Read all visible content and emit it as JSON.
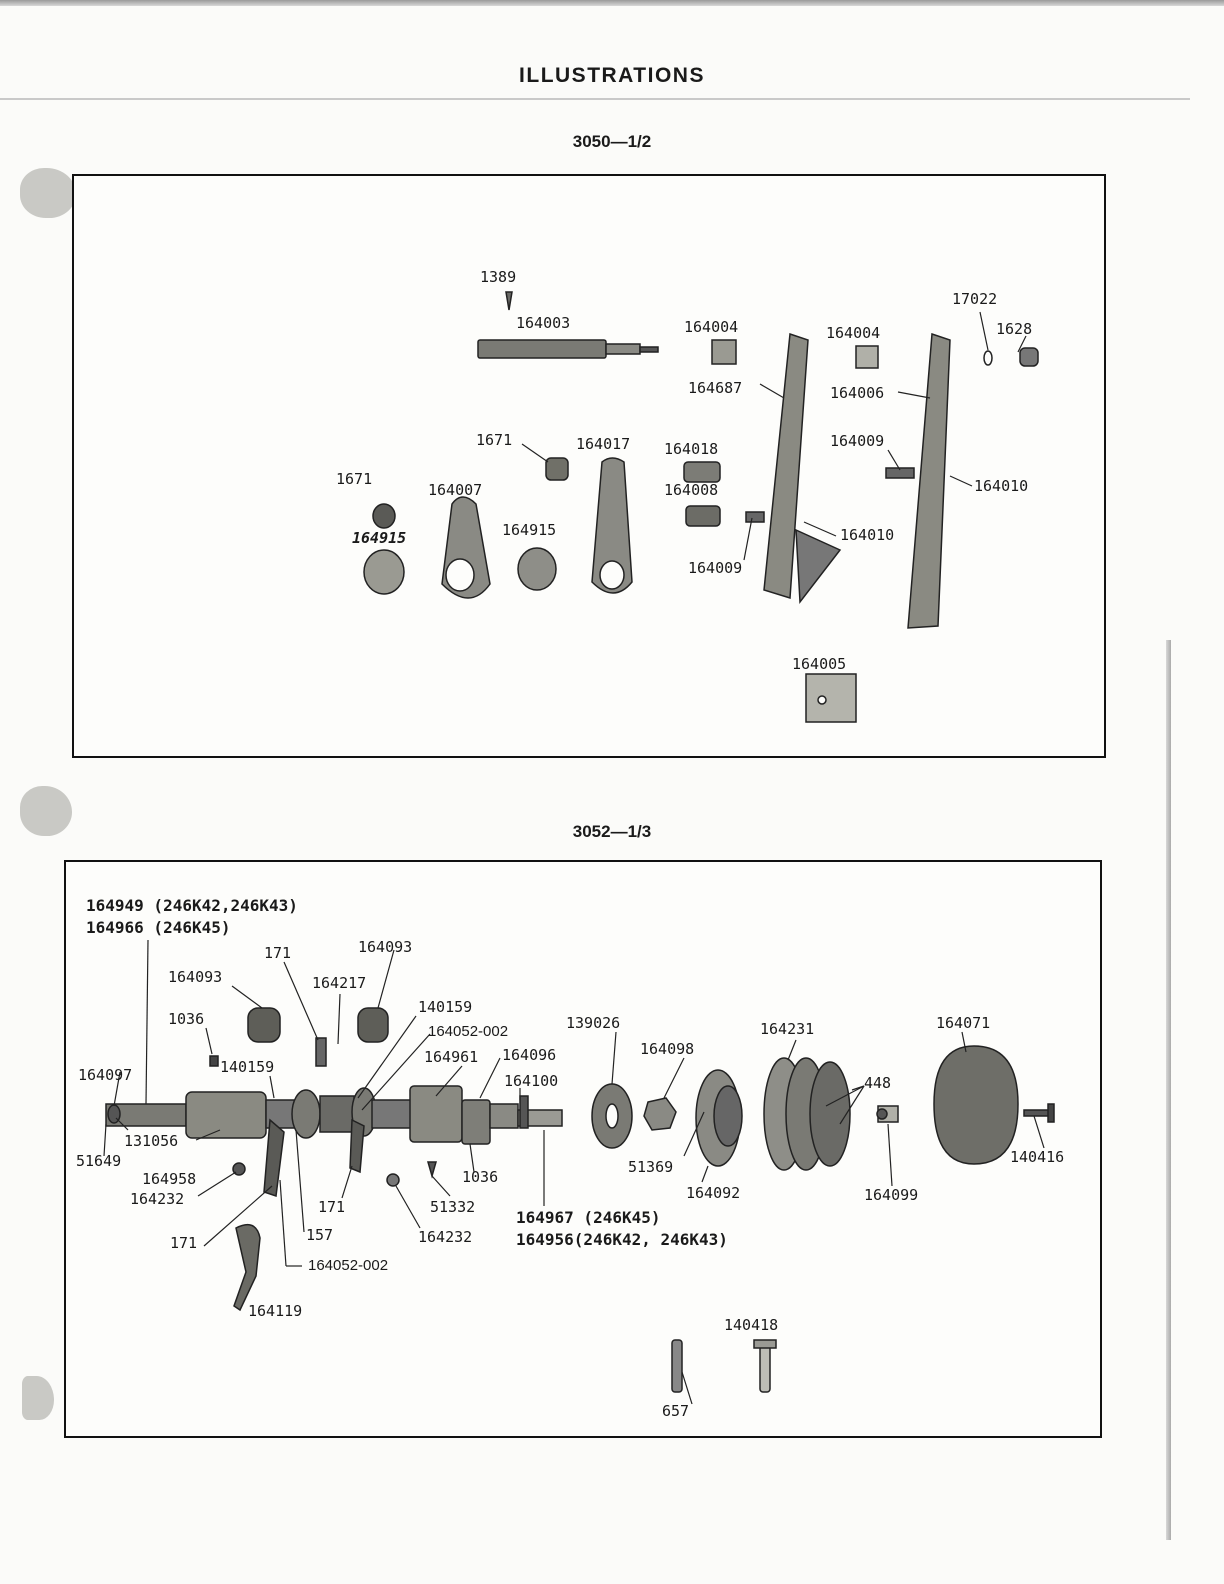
{
  "page": {
    "heading": "ILLUSTRATIONS"
  },
  "fig1": {
    "caption": "3050—1/2",
    "labels": [
      "1389",
      "164003",
      "164004",
      "164004",
      "17022",
      "1628",
      "164687",
      "164006",
      "1671",
      "164017",
      "164018",
      "164009",
      "1671",
      "164007",
      "164008",
      "164010",
      "164915",
      "164915",
      "164010",
      "164009",
      "164005"
    ]
  },
  "fig2": {
    "caption": "3052—1/3",
    "labels": [
      "164949 (246K42,246K43)",
      "164966 (246K45)",
      "171",
      "164093",
      "164093",
      "164217",
      "1036",
      "140159",
      "164052-002",
      "139026",
      "164231",
      "164071",
      "164097",
      "140159",
      "164961",
      "164096",
      "164098",
      "164100",
      "448",
      "131056",
      "51649",
      "164958",
      "164232",
      "1036",
      "51369",
      "164092",
      "164099",
      "140416",
      "171",
      "51332",
      "164967 (246K45)",
      "164956(246K42, 246K43)",
      "171",
      "157",
      "164232",
      "164052-002",
      "164119",
      "140418",
      "657"
    ]
  }
}
